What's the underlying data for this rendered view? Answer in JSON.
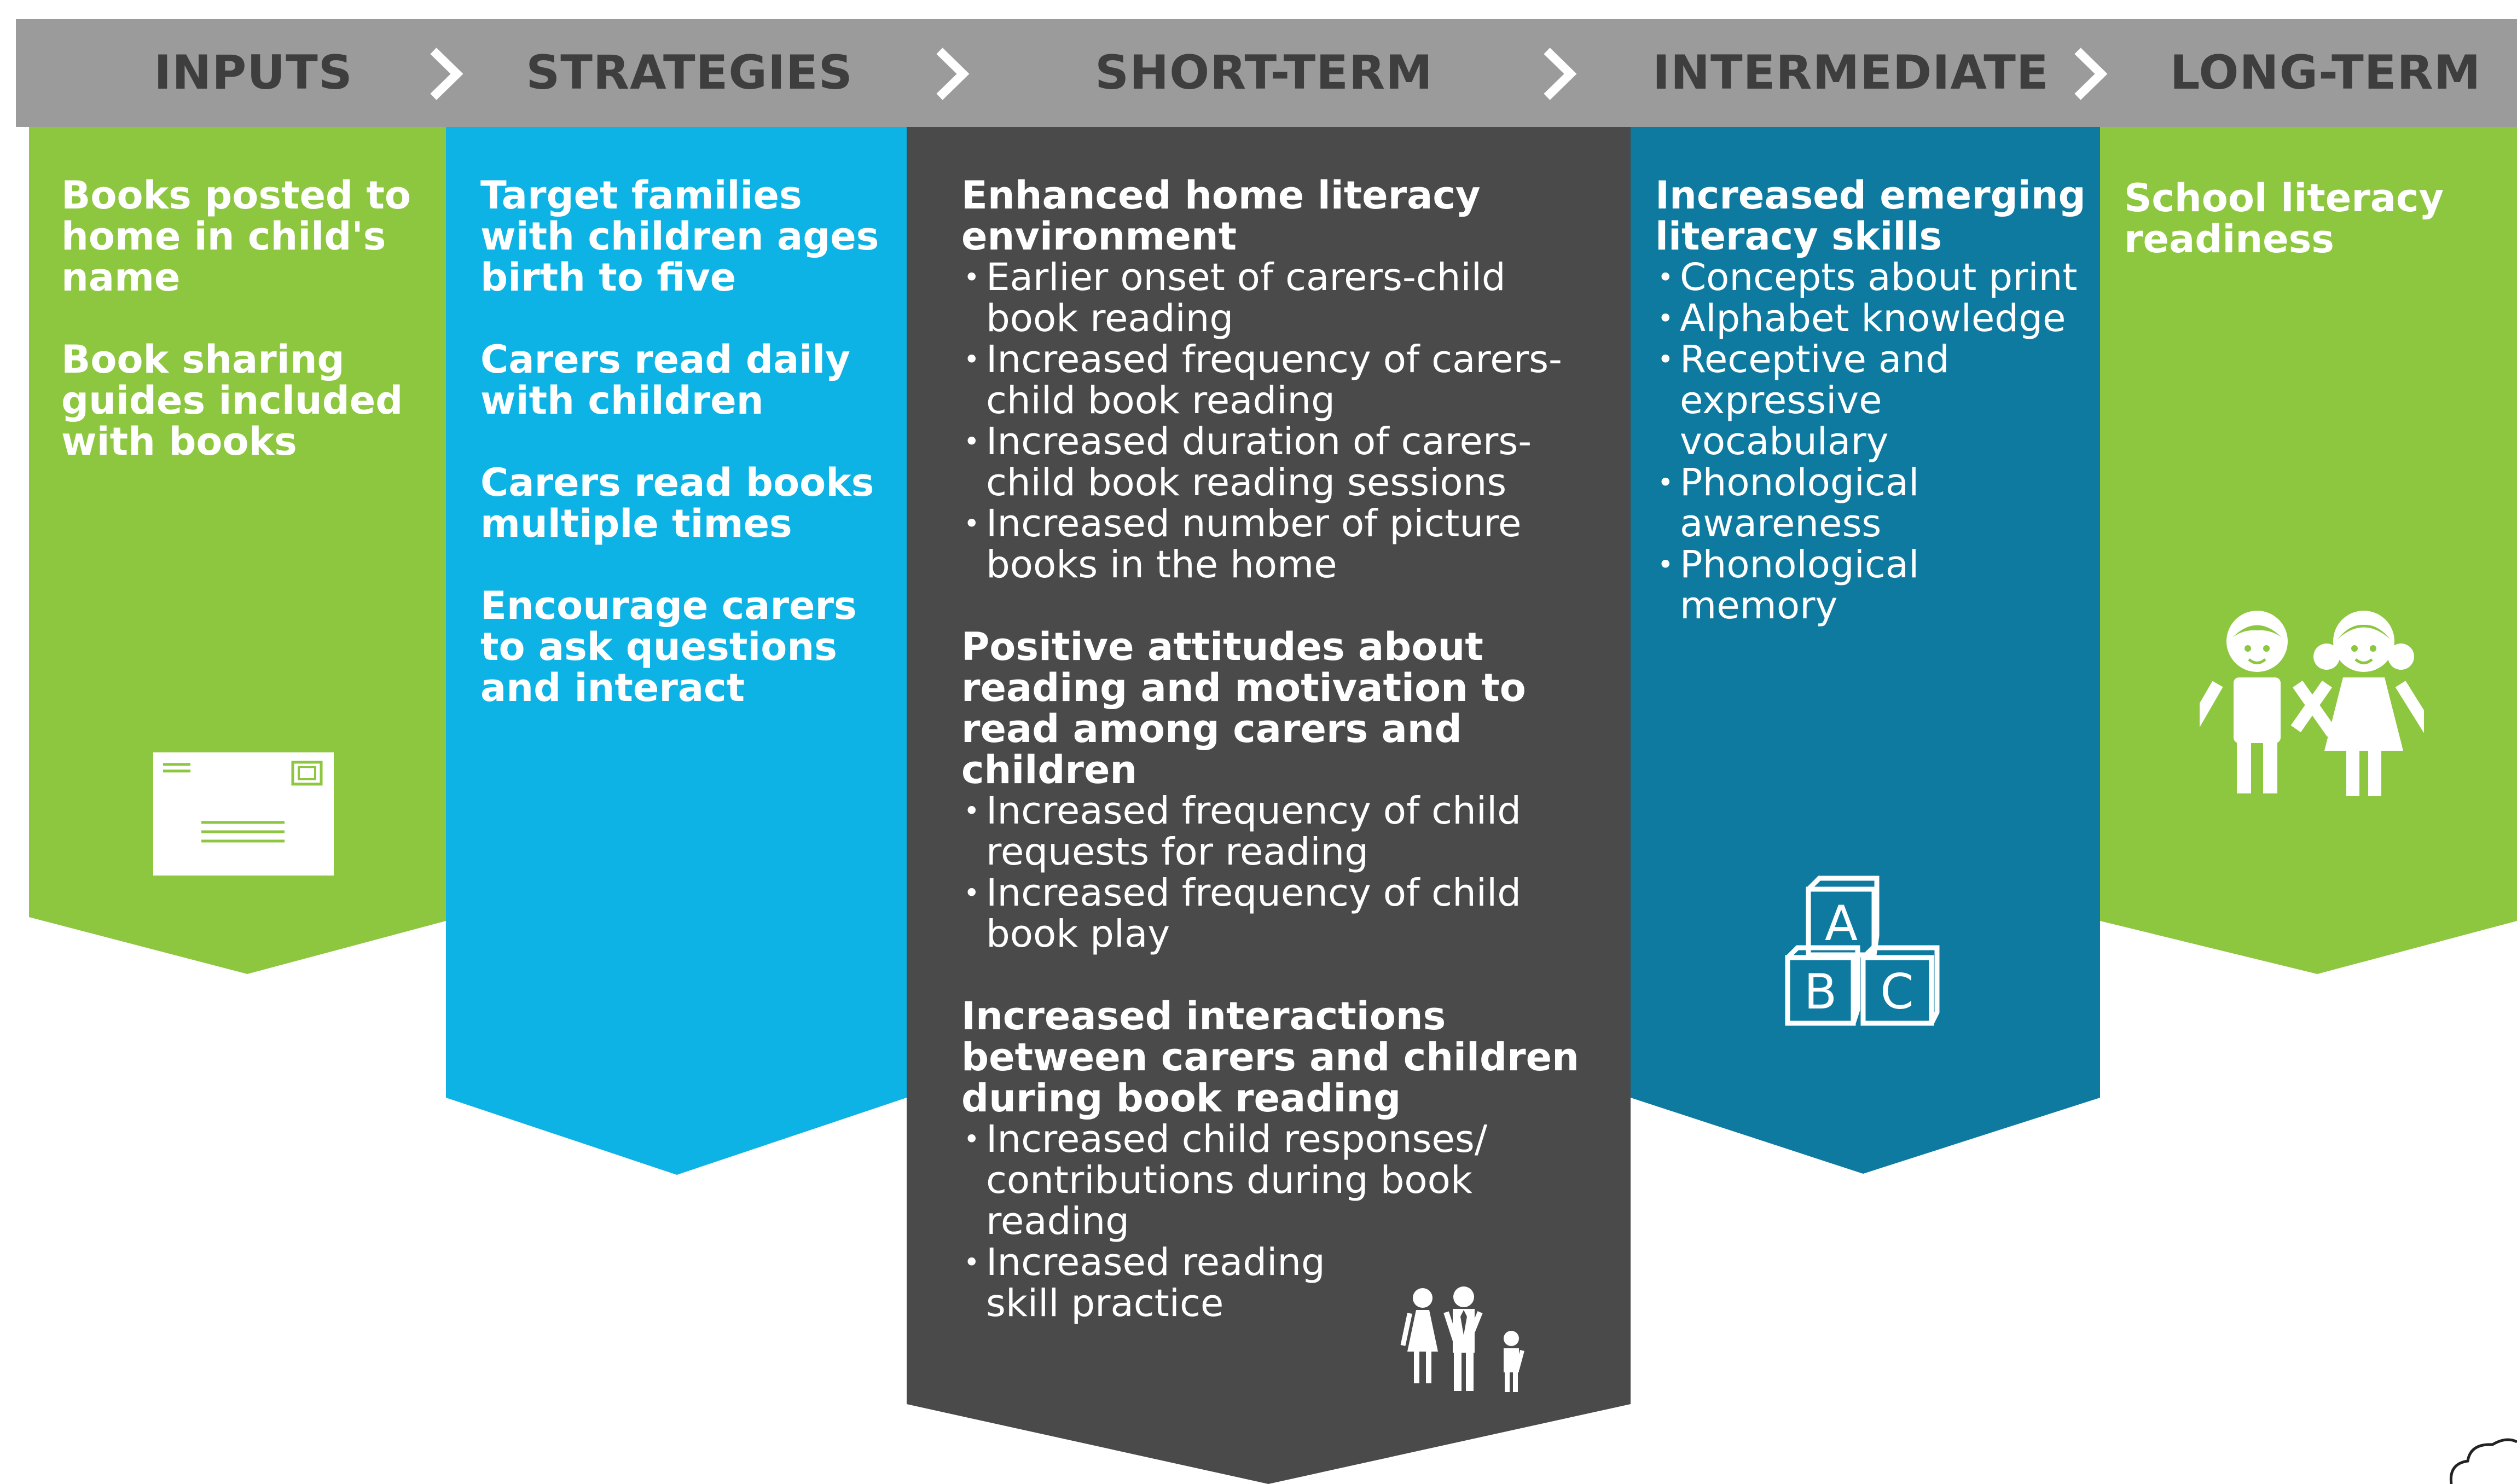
{
  "header": {
    "stages": [
      {
        "label": "INPUTS"
      },
      {
        "label": "STRATEGIES"
      },
      {
        "label": "SHORT-TERM"
      },
      {
        "label": "INTERMEDIATE"
      },
      {
        "label": "LONG-TERM"
      }
    ]
  },
  "colors": {
    "header_bg": "#9b9b9b",
    "header_text": "#3e3e3e",
    "inputs": "#8dc63f",
    "strategies": "#0db3e4",
    "short_term": "#4a4a4a",
    "intermediate": "#0e7aa0",
    "long_term": "#8dc63f",
    "text": "#ffffff"
  },
  "inputs": {
    "items": [
      "Books posted to home in child's name",
      "Book sharing guides included with books"
    ],
    "icon": "envelope-icon"
  },
  "strategies": {
    "items": [
      "Target families with children ages birth to five",
      "Carers read daily with children",
      "Carers read books multiple times",
      "Encourage carers to ask questions and interact"
    ]
  },
  "short_term": {
    "sections": [
      {
        "heading": "Enhanced home literacy environment",
        "bullets": [
          "Earlier onset of carers-child book reading",
          "Increased frequency of carers-child book reading",
          "Increased duration of carers-child book reading sessions",
          "Increased number of picture books in the home"
        ]
      },
      {
        "heading": "Positive attitudes about reading and motivation to read among carers and children",
        "bullets": [
          "Increased frequency of child requests for reading",
          "Increased frequency of child book play"
        ]
      },
      {
        "heading": "Increased interactions between carers and children during book reading",
        "bullets": [
          "Increased child responses/ contributions during book reading",
          "Increased reading skill practice"
        ]
      }
    ],
    "icon": "family-icon"
  },
  "intermediate": {
    "heading": "Increased emerging literacy skills",
    "bullets": [
      "Concepts about print",
      "Alphabet knowledge",
      "Receptive and expressive vocabulary",
      "Phonological awareness",
      "Phonological memory"
    ],
    "icon": "abc-blocks-icon",
    "blocks": [
      "A",
      "B",
      "C"
    ]
  },
  "long_term": {
    "items": [
      "School literacy readiness"
    ],
    "icon": "children-icon"
  }
}
